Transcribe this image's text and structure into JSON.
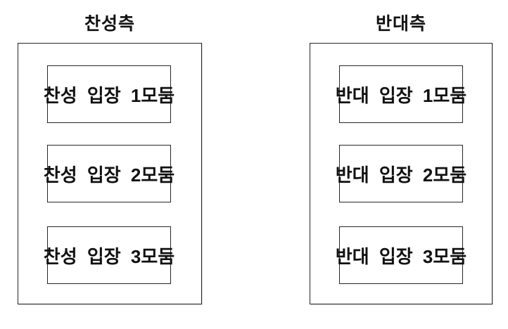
{
  "diagram": {
    "description": "debate-sides-grouping-diagram",
    "groups": [
      {
        "title": "찬성측",
        "items": [
          {
            "label": "찬성 입장 1모둠"
          },
          {
            "label": "찬성 입장 2모둠"
          },
          {
            "label": "찬성 입장 3모둠"
          }
        ]
      },
      {
        "title": "반대측",
        "items": [
          {
            "label": "반대 입장 1모둠"
          },
          {
            "label": "반대 입장 2모둠"
          },
          {
            "label": "반대 입장 3모둠"
          }
        ]
      }
    ],
    "colors": {
      "background": "#ffffff",
      "border": "#262626",
      "text": "#111111"
    }
  }
}
